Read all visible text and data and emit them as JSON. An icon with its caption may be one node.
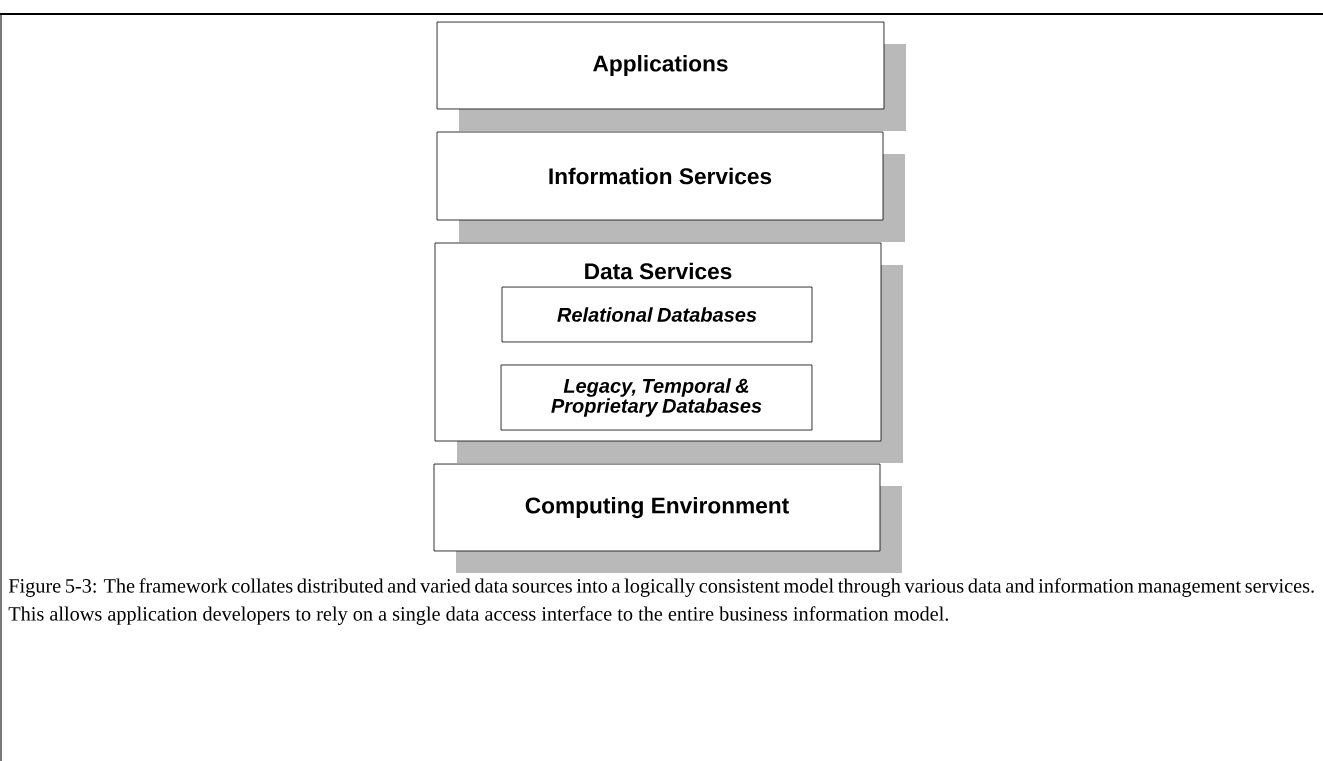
{
  "diagram": {
    "caption": "Figure 5-3: The framework collates distributed and varied data sources into a logically consistent model through various data and information management services. This allows application developers to rely on a single data access interface to the entire business information model.",
    "nodes": [
      {
        "text": [
          "Applications"
        ]
      },
      {
        "text": [
          "Information Services"
        ]
      },
      {
        "text": [
          "Data Services"
        ]
      },
      {
        "text": [
          "Relational Databases"
        ],
        "in": 2
      },
      {
        "text": [
          "Legacy, Temporal & Proprietary Databases"
        ],
        "in": 2
      },
      {
        "text": [
          "Computing Environment"
        ]
      }
    ],
    "edges": []
  }
}
